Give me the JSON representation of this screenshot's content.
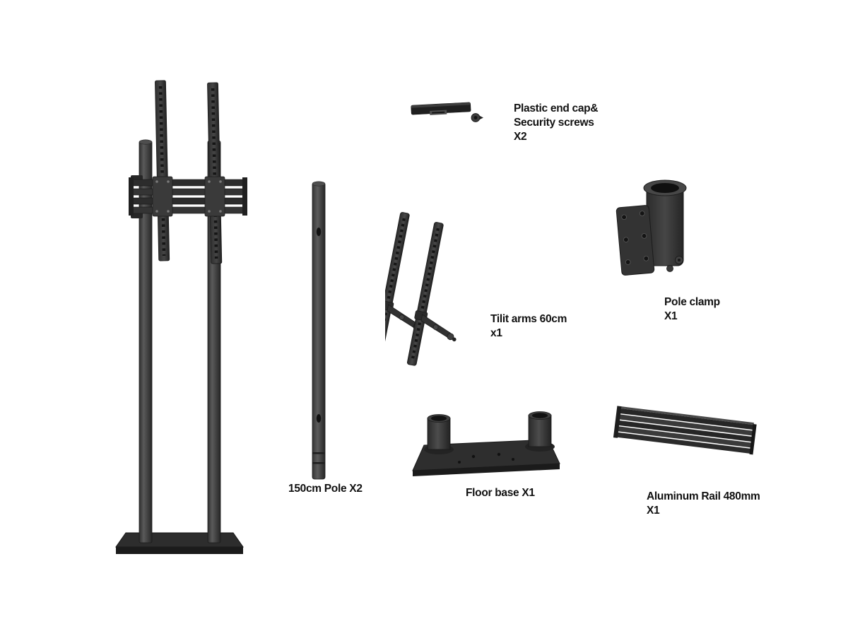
{
  "colors": {
    "background": "#ffffff",
    "part_dark": "#2e2e2e",
    "part_mid": "#3a3a3a",
    "text": "#111111"
  },
  "labels": {
    "end_cap": {
      "line1": "Plastic end cap&",
      "line2": "Security screws",
      "qty": "X2"
    },
    "pole_clamp": {
      "line1": "Pole clamp",
      "qty": "X1"
    },
    "tilt_arms": {
      "line1": "Tilit arms 60cm",
      "qty": "x1"
    },
    "pole": {
      "line1": "150cm Pole X2"
    },
    "floor_base": {
      "line1": "Floor base X1"
    },
    "aluminum_rail": {
      "line1": "Aluminum Rail 480mm",
      "qty": "X1"
    }
  }
}
